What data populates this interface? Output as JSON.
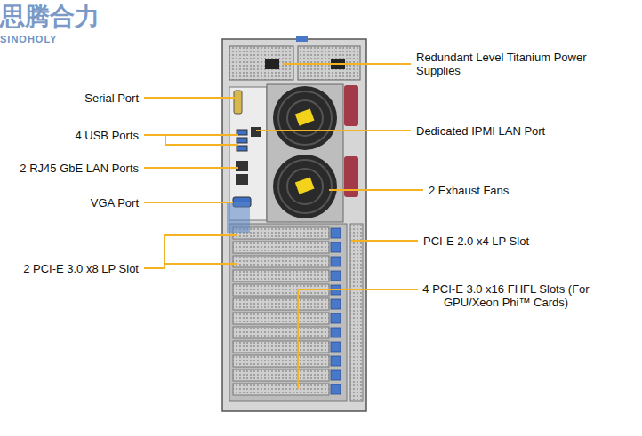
{
  "diagram": {
    "labels": [
      "Redundant Level Titanium Power Supplies",
      "Serial Port",
      "4 USB Ports",
      "Dedicated IPMI LAN Port",
      "2 RJ45 GbE LAN Ports",
      "VGA Port",
      "2 Exhaust Fans",
      "PCI-E 2.0 x4 LP Slot",
      "2 PCI-E 3.0 x8 LP Slot",
      "4 PCI-E 3.0 x16 FHFL Slots (For GPU/Xeon Phi™ Cards)",
      "思腾合力",
      "SINOHOLY"
    ]
  }
}
